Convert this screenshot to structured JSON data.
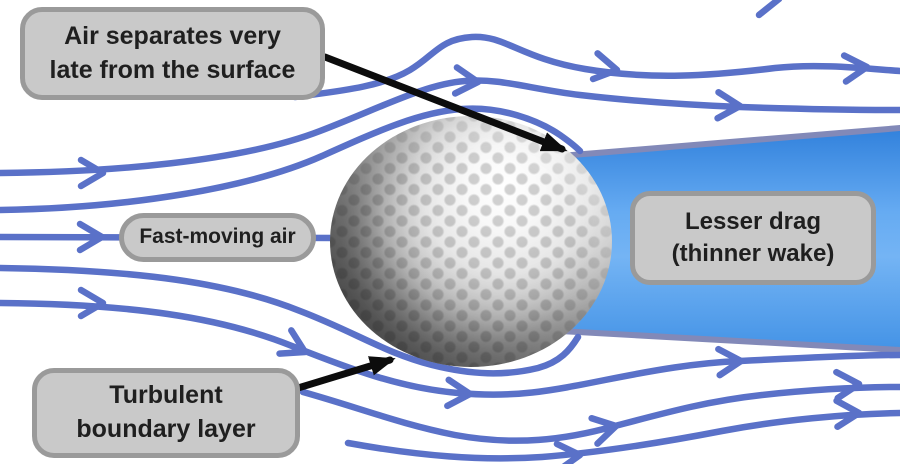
{
  "labels": {
    "air_separation": "Air separates very\nlate from the surface",
    "fast_moving_air": "Fast-moving air",
    "turbulent_boundary": "Turbulent\nboundary layer",
    "lesser_drag": "Lesser drag\n(thinner wake)"
  },
  "colors": {
    "streamline": "#5a71c8",
    "wake_edge": "#8289b8",
    "wake_gradient_top": "#3181dc",
    "wake_gradient_upper_mid": "#66abf2",
    "wake_gradient_lower_mid": "#74b4f4",
    "wake_gradient_bottom": "#4493e6",
    "callout_fill": "#c9c9c9",
    "callout_border": "#9a9a9a",
    "callout_text": "#1f1f1f",
    "annotation_arrow": "#0c0c0c",
    "background": "#ffffff"
  }
}
